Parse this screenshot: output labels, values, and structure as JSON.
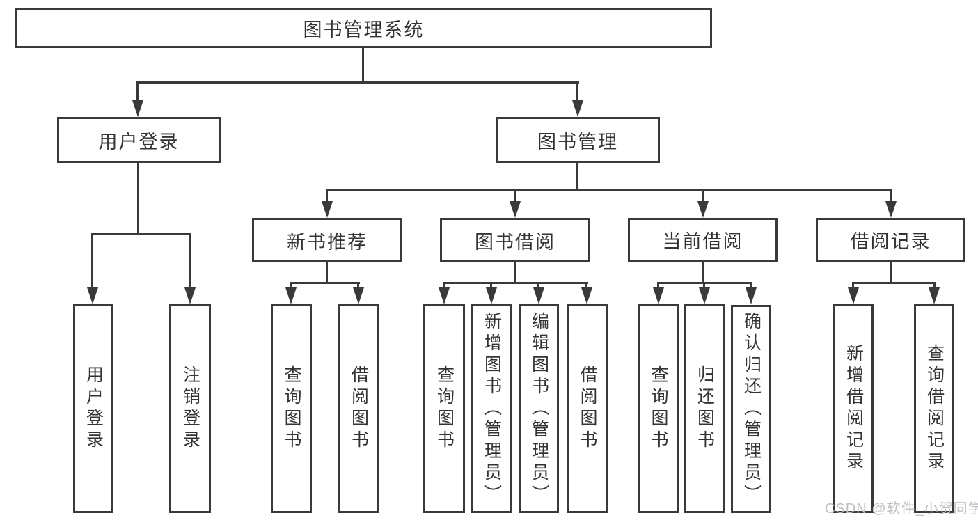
{
  "title": "图书管理系统",
  "watermark": "CSDN @软件_小贺同学",
  "colors": {
    "line": "#3a3a3a",
    "text": "#333333",
    "background": "#ffffff",
    "watermark": "#bcc0c7"
  },
  "nodes": {
    "root": "图书管理系统",
    "user_login": "用户登录",
    "book_mgmt": "图书管理",
    "new_book_rec": "新书推荐",
    "book_borrow": "图书借阅",
    "current_borrow": "当前借阅",
    "borrow_records": "借阅记录",
    "leaf_user_login": "用户登录",
    "leaf_logout": "注销登录",
    "leaf_query_book_rec": "查询图书",
    "leaf_borrow_book_rec": "借阅图书",
    "leaf_query_book_borrow": "查询图书",
    "leaf_add_book": "新增图书（管理员）",
    "leaf_edit_book": "编辑图书（管理员）",
    "leaf_borrow_book_borrow": "借阅图书",
    "leaf_query_book_current": "查询图书",
    "leaf_return_book": "归还图书",
    "leaf_confirm_return": "确认归还（管理员）",
    "leaf_add_borrow_record": "新增借阅记录",
    "leaf_query_borrow_record": "查询借阅记录"
  },
  "tree": {
    "label": "图书管理系统",
    "children": [
      {
        "label": "用户登录",
        "children": [
          {
            "label": "用户登录"
          },
          {
            "label": "注销登录"
          }
        ]
      },
      {
        "label": "图书管理",
        "children": [
          {
            "label": "新书推荐",
            "children": [
              {
                "label": "查询图书"
              },
              {
                "label": "借阅图书"
              }
            ]
          },
          {
            "label": "图书借阅",
            "children": [
              {
                "label": "查询图书"
              },
              {
                "label": "新增图书（管理员）"
              },
              {
                "label": "编辑图书（管理员）"
              },
              {
                "label": "借阅图书"
              }
            ]
          },
          {
            "label": "当前借阅",
            "children": [
              {
                "label": "查询图书"
              },
              {
                "label": "归还图书"
              },
              {
                "label": "确认归还（管理员）"
              }
            ]
          },
          {
            "label": "借阅记录",
            "children": [
              {
                "label": "新增借阅记录"
              },
              {
                "label": "查询借阅记录"
              }
            ]
          }
        ]
      }
    ]
  }
}
